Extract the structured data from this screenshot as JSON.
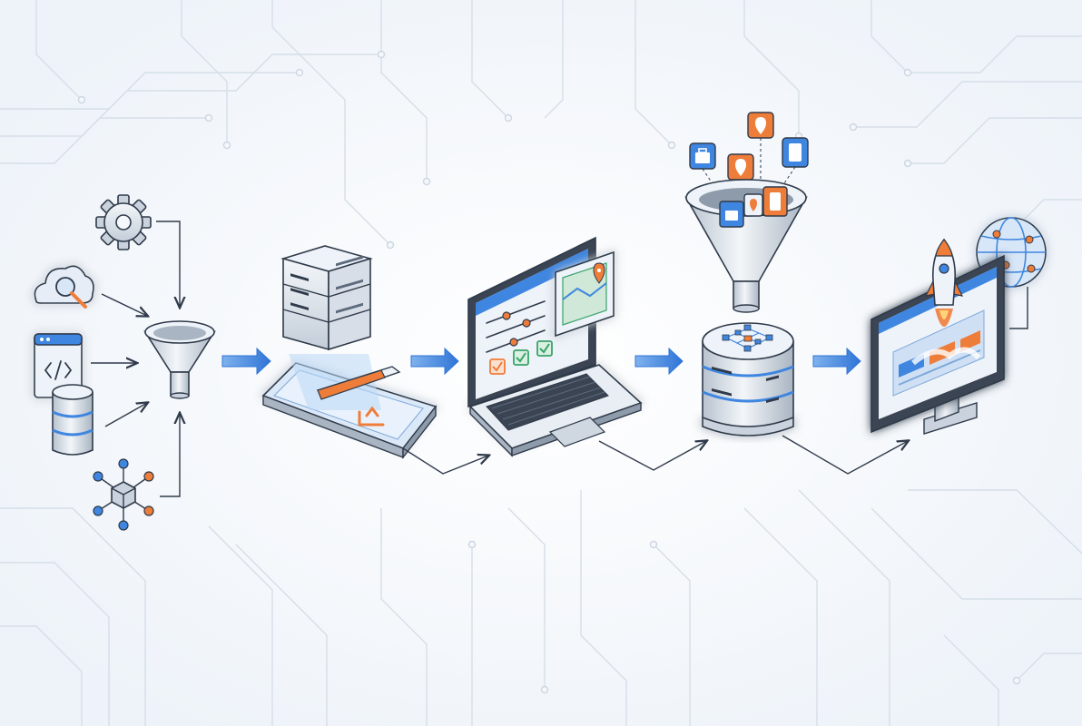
{
  "colors": {
    "background": "#f4f7fb",
    "circuit_line": "#d3dbe6",
    "outline": "#2f3a4a",
    "accent_blue": "#3f86e0",
    "accent_orange": "#ef7d3a",
    "accent_green": "#3aa36a",
    "glow": "#9cc7f5",
    "metal_light": "#e9eef4",
    "metal_mid": "#c9d2dd"
  },
  "stages": [
    {
      "id": "sources",
      "icons": [
        "gear-icon",
        "cloud-search-icon",
        "code-window-icon",
        "database-icon",
        "cube-network-icon"
      ]
    },
    {
      "id": "ingest-funnel",
      "icons": [
        "funnel-icon"
      ]
    },
    {
      "id": "storage",
      "icons": [
        "server-rack-icon",
        "tablet-icon",
        "progress-bar-icon",
        "upload-icon"
      ]
    },
    {
      "id": "processing",
      "icons": [
        "laptop-icon",
        "slider-panel-icon",
        "checkbox-icon",
        "map-card-icon"
      ]
    },
    {
      "id": "aggregation",
      "icons": [
        "funnel-icon",
        "briefcase-icon",
        "location-pin-icon",
        "phone-icon",
        "server-stack-icon"
      ]
    },
    {
      "id": "deployment",
      "icons": [
        "monitor-icon",
        "rocket-icon",
        "globe-icon"
      ]
    }
  ],
  "flow": {
    "arrow_count": 4,
    "connector_count": 3
  }
}
